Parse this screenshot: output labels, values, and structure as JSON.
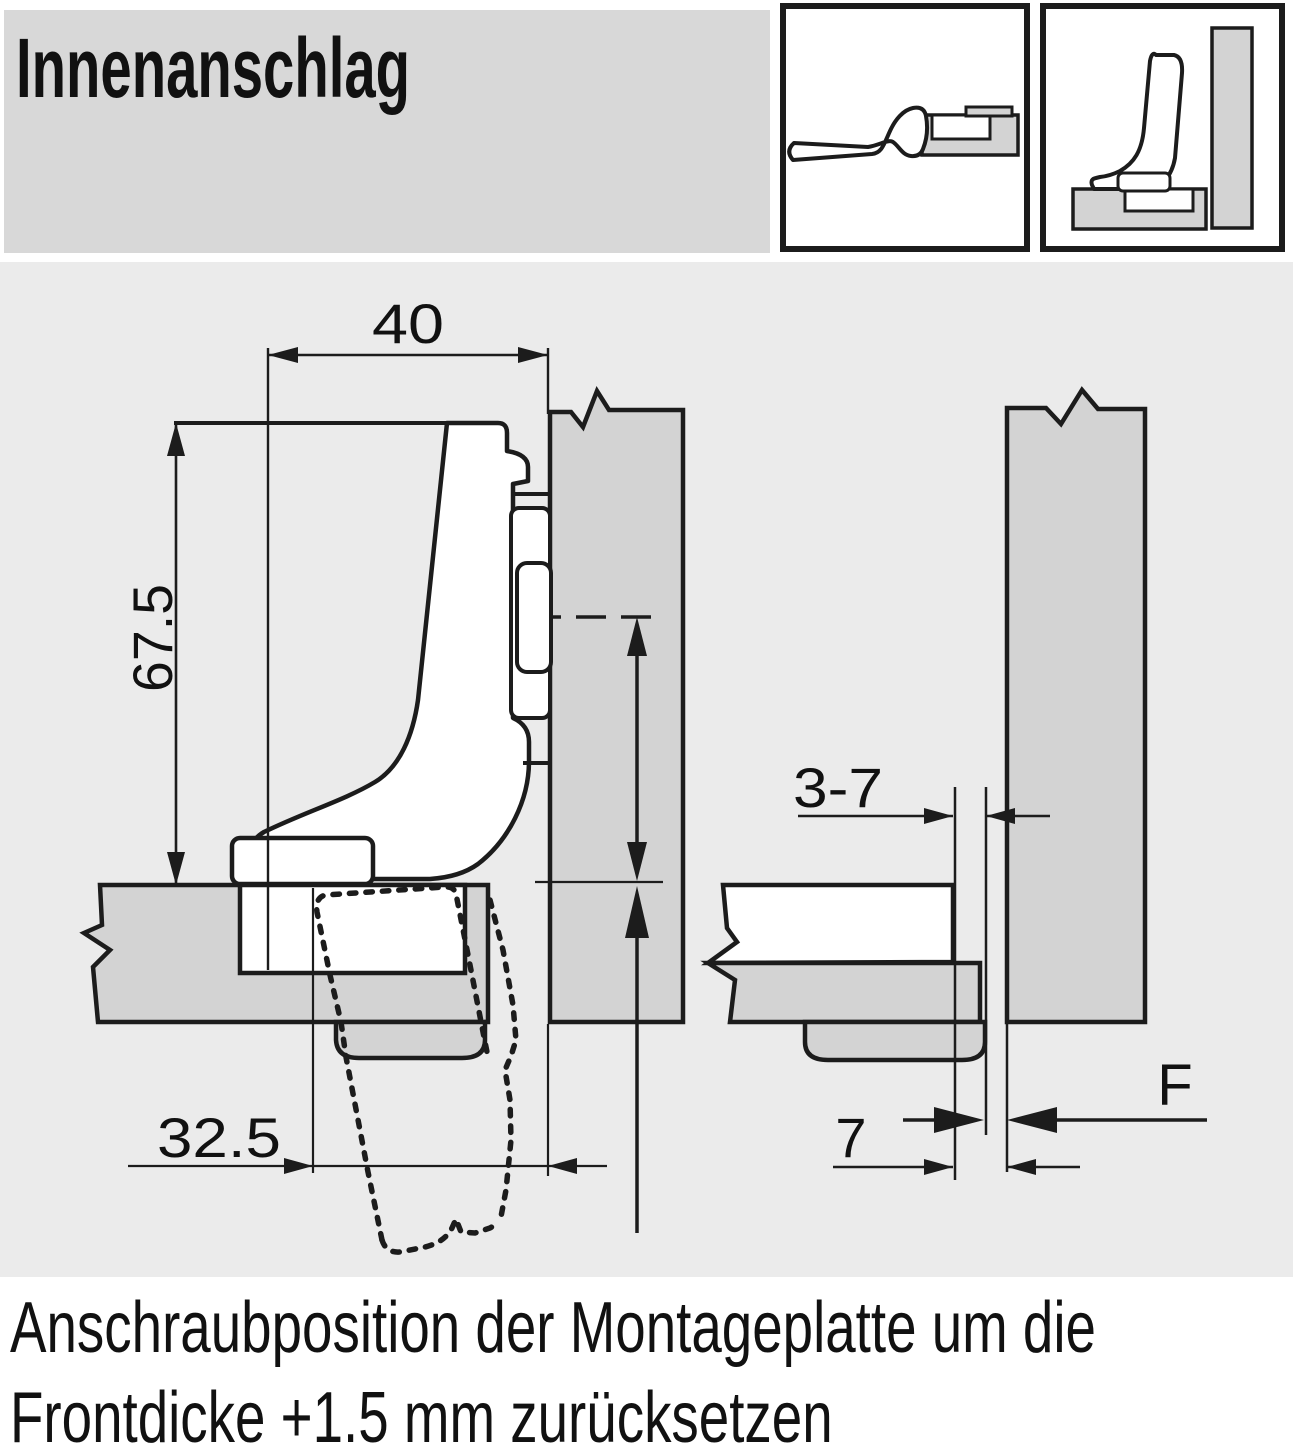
{
  "header": {
    "title": "Innenanschlag"
  },
  "icons": {
    "icon1": "hinge-open-flat-thumbnail",
    "icon2": "hinge-inset-mounted-thumbnail"
  },
  "drawing": {
    "dims": {
      "arm_length": "40",
      "hinge_height": "67.5",
      "cup_distance": "32.5",
      "plate_setback_range": "3-7",
      "plate_distance": "7",
      "gap_label": "F"
    }
  },
  "caption": {
    "line1": "Anschraubposition der Montageplatte um die",
    "line2": "Frontdicke +1.5 mm zurücksetzen"
  },
  "colors": {
    "line": "#1c1c1c",
    "panel_fill": "#d3d3d3",
    "canvas_bg": "#ebebeb",
    "header_bg": "#d8d8d8",
    "white": "#ffffff"
  }
}
